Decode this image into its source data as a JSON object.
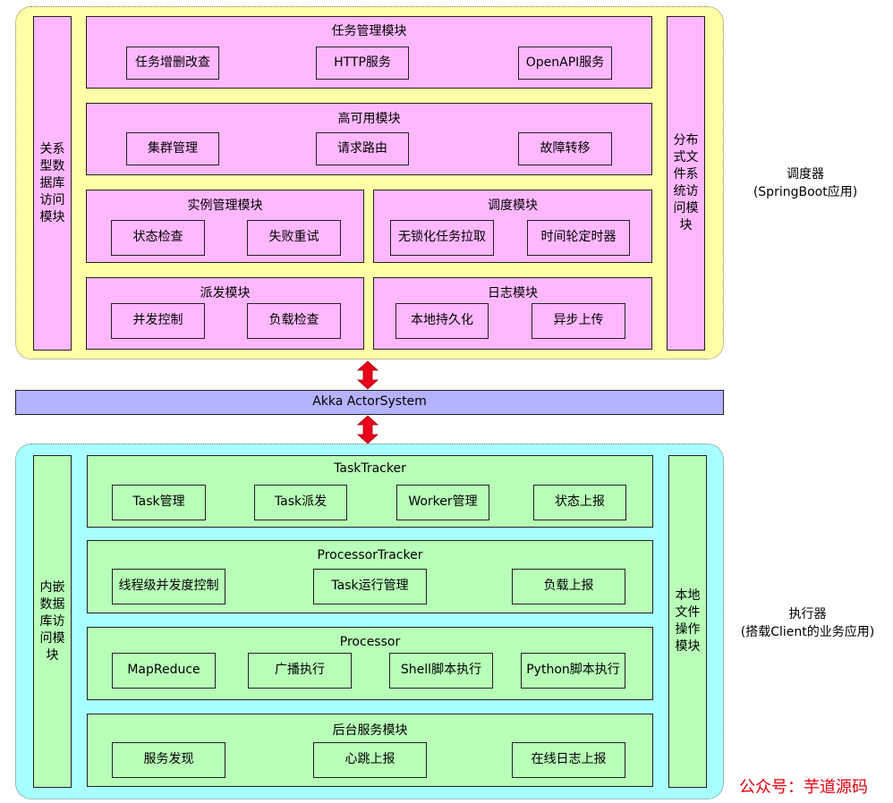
{
  "scheduler": {
    "left_column": "关系型数据库访问模块",
    "right_column": "分布式文件系统访问模块",
    "side_label_line1": "调度器",
    "side_label_line2": "(SpringBoot应用)",
    "task_module": {
      "title": "任务管理模块",
      "items": [
        "任务增删改查",
        "HTTP服务",
        "OpenAPI服务"
      ]
    },
    "ha_module": {
      "title": "高可用模块",
      "items": [
        "集群管理",
        "请求路由",
        "故障转移"
      ]
    },
    "instance_module": {
      "title": "实例管理模块",
      "items": [
        "状态检查",
        "失败重试"
      ]
    },
    "dispatch_module": {
      "title": "调度模块",
      "items": [
        "无锁化任务拉取",
        "时间轮定时器"
      ]
    },
    "send_module": {
      "title": "派发模块",
      "items": [
        "并发控制",
        "负载检查"
      ]
    },
    "log_module": {
      "title": "日志模块",
      "items": [
        "本地持久化",
        "异步上传"
      ]
    }
  },
  "akka": {
    "label": "Akka ActorSystem"
  },
  "executor": {
    "left_column": "内嵌数据库访问模块",
    "right_column": "本地文件操作模块",
    "side_label_line1": "执行器",
    "side_label_line2": "(搭载Client的业务应用)",
    "tasktracker": {
      "title": "TaskTracker",
      "items": [
        "Task管理",
        "Task派发",
        "Worker管理",
        "状态上报"
      ]
    },
    "processortracker": {
      "title": "ProcessorTracker",
      "items": [
        "线程级并发度控制",
        "Task运行管理",
        "负载上报"
      ]
    },
    "processor": {
      "title": "Processor",
      "items": [
        "MapReduce",
        "广播执行",
        "Shell脚本执行",
        "Python脚本执行"
      ]
    },
    "background": {
      "title": "后台服务模块",
      "items": [
        "服务发现",
        "心跳上报",
        "在线日志上报"
      ]
    }
  },
  "watermark": "公众号：芋道源码",
  "colors": {
    "scheduler_bg": "#ffffa8",
    "module_pink": "#ffb8ff",
    "akka_bar": "#b3b3ff",
    "executor_bg": "#a8ffff",
    "module_green": "#b8ffb8",
    "arrow_red": "#e8001c"
  }
}
